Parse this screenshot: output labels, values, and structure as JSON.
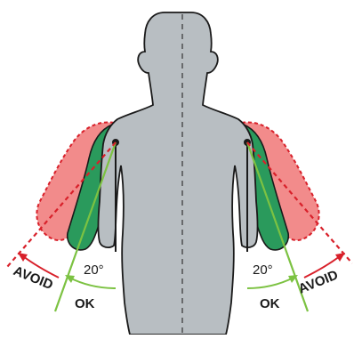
{
  "diagram": {
    "left": {
      "avoid_label": "AVOID",
      "ok_label": "OK",
      "angle_label": "20°"
    },
    "right": {
      "avoid_label": "AVOID",
      "ok_label": "OK",
      "angle_label": "20°"
    },
    "colors": {
      "body_fill": "#b8bec2",
      "outline": "#1a1a1a",
      "ok_arm_fill": "#2a9a5c",
      "avoid_arm_fill": "#f28b8b",
      "ok_line": "#7cc242",
      "avoid_line": "#d8202a",
      "midline": "#333333"
    }
  }
}
